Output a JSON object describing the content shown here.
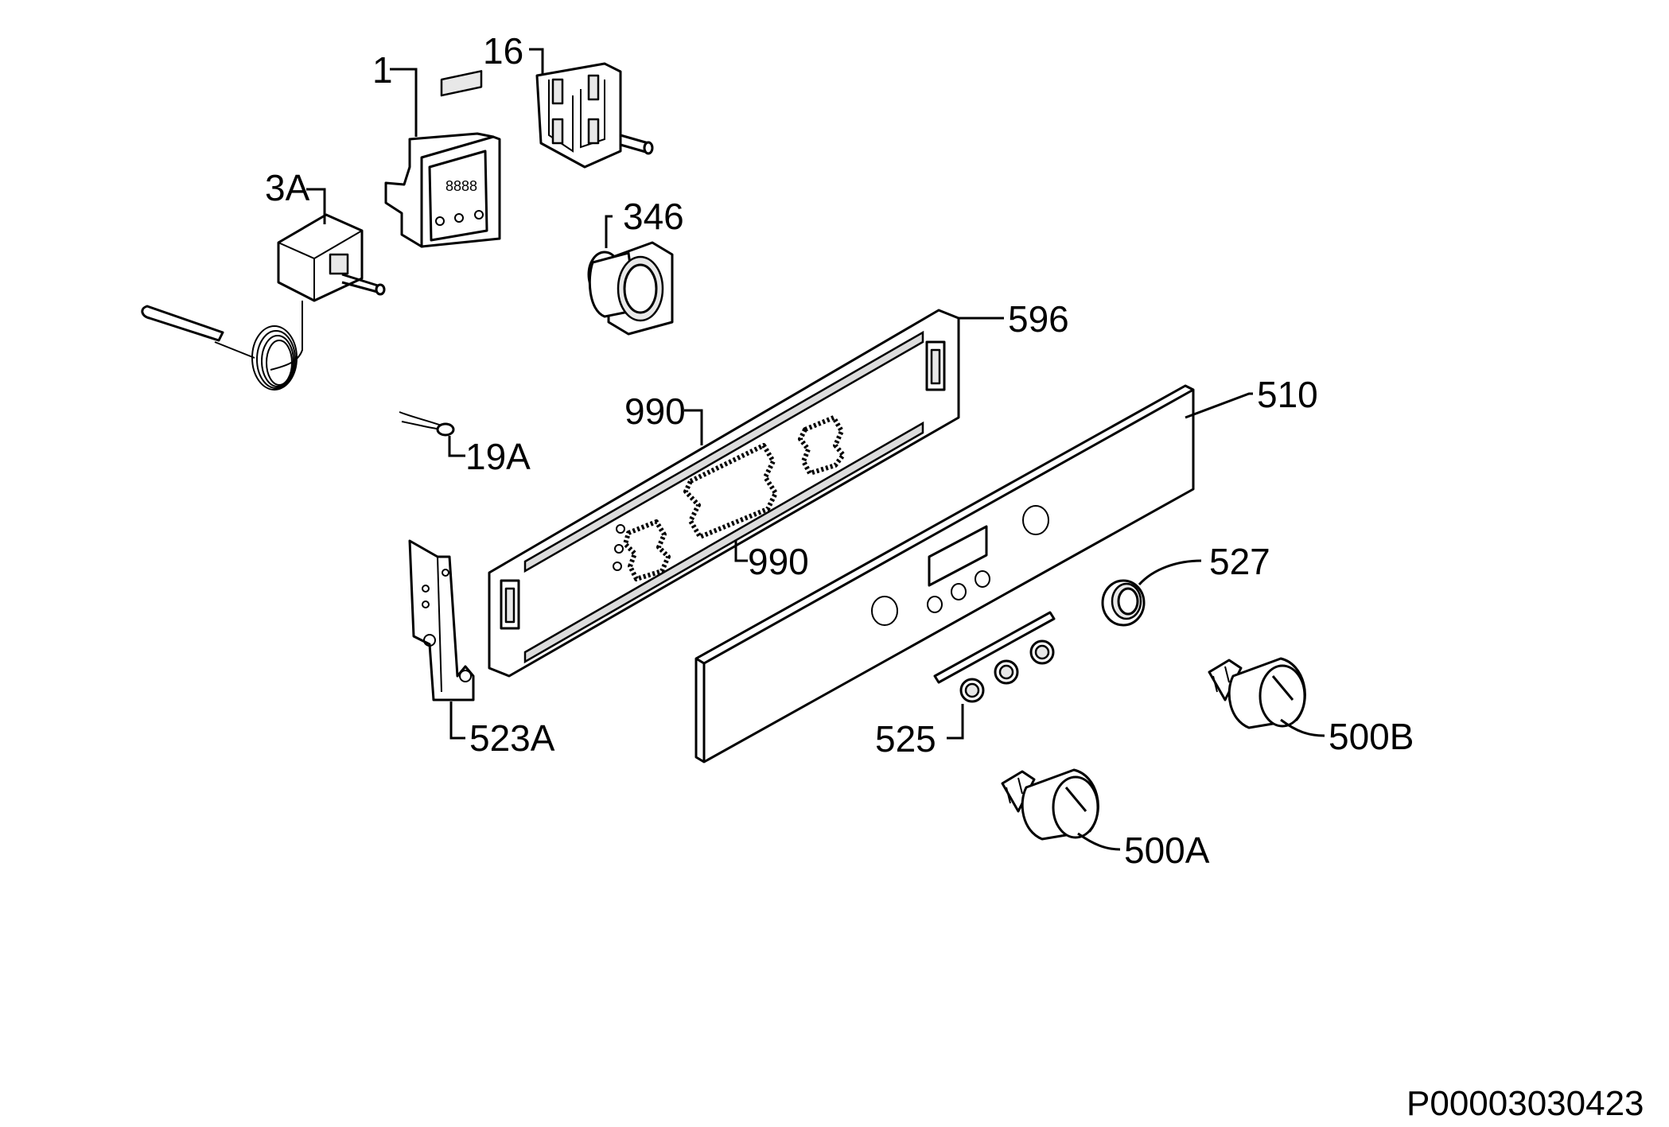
{
  "diagram": {
    "reference_code": "P00003030423",
    "labels": {
      "p1": "1",
      "p16": "16",
      "p3A": "3A",
      "p346": "346",
      "p596": "596",
      "p990a": "990",
      "p990b": "990",
      "p19A": "19A",
      "p510": "510",
      "p527": "527",
      "p523A": "523A",
      "p525": "525",
      "p500B": "500B",
      "p500A": "500A"
    }
  }
}
